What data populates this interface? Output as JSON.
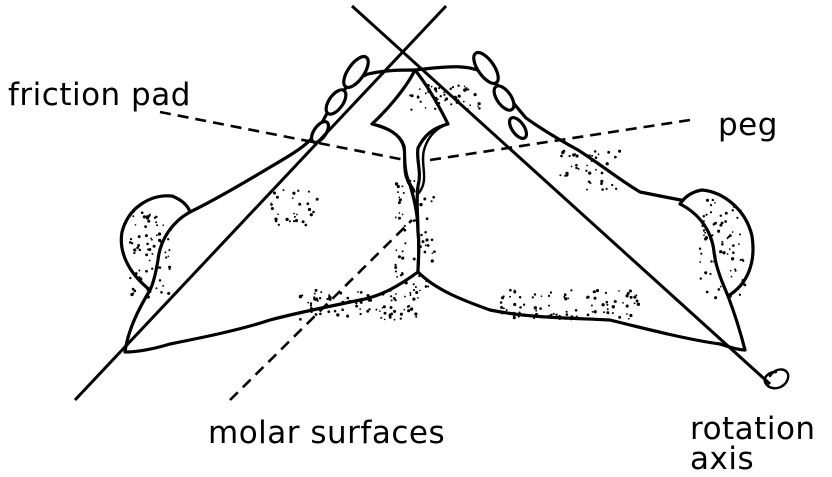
{
  "labels": {
    "friction_pad": "friction pad",
    "peg": "peg",
    "molar_surfaces": "molar surfaces",
    "rotation_axis_1": "rotation",
    "rotation_axis_2": "axis"
  }
}
